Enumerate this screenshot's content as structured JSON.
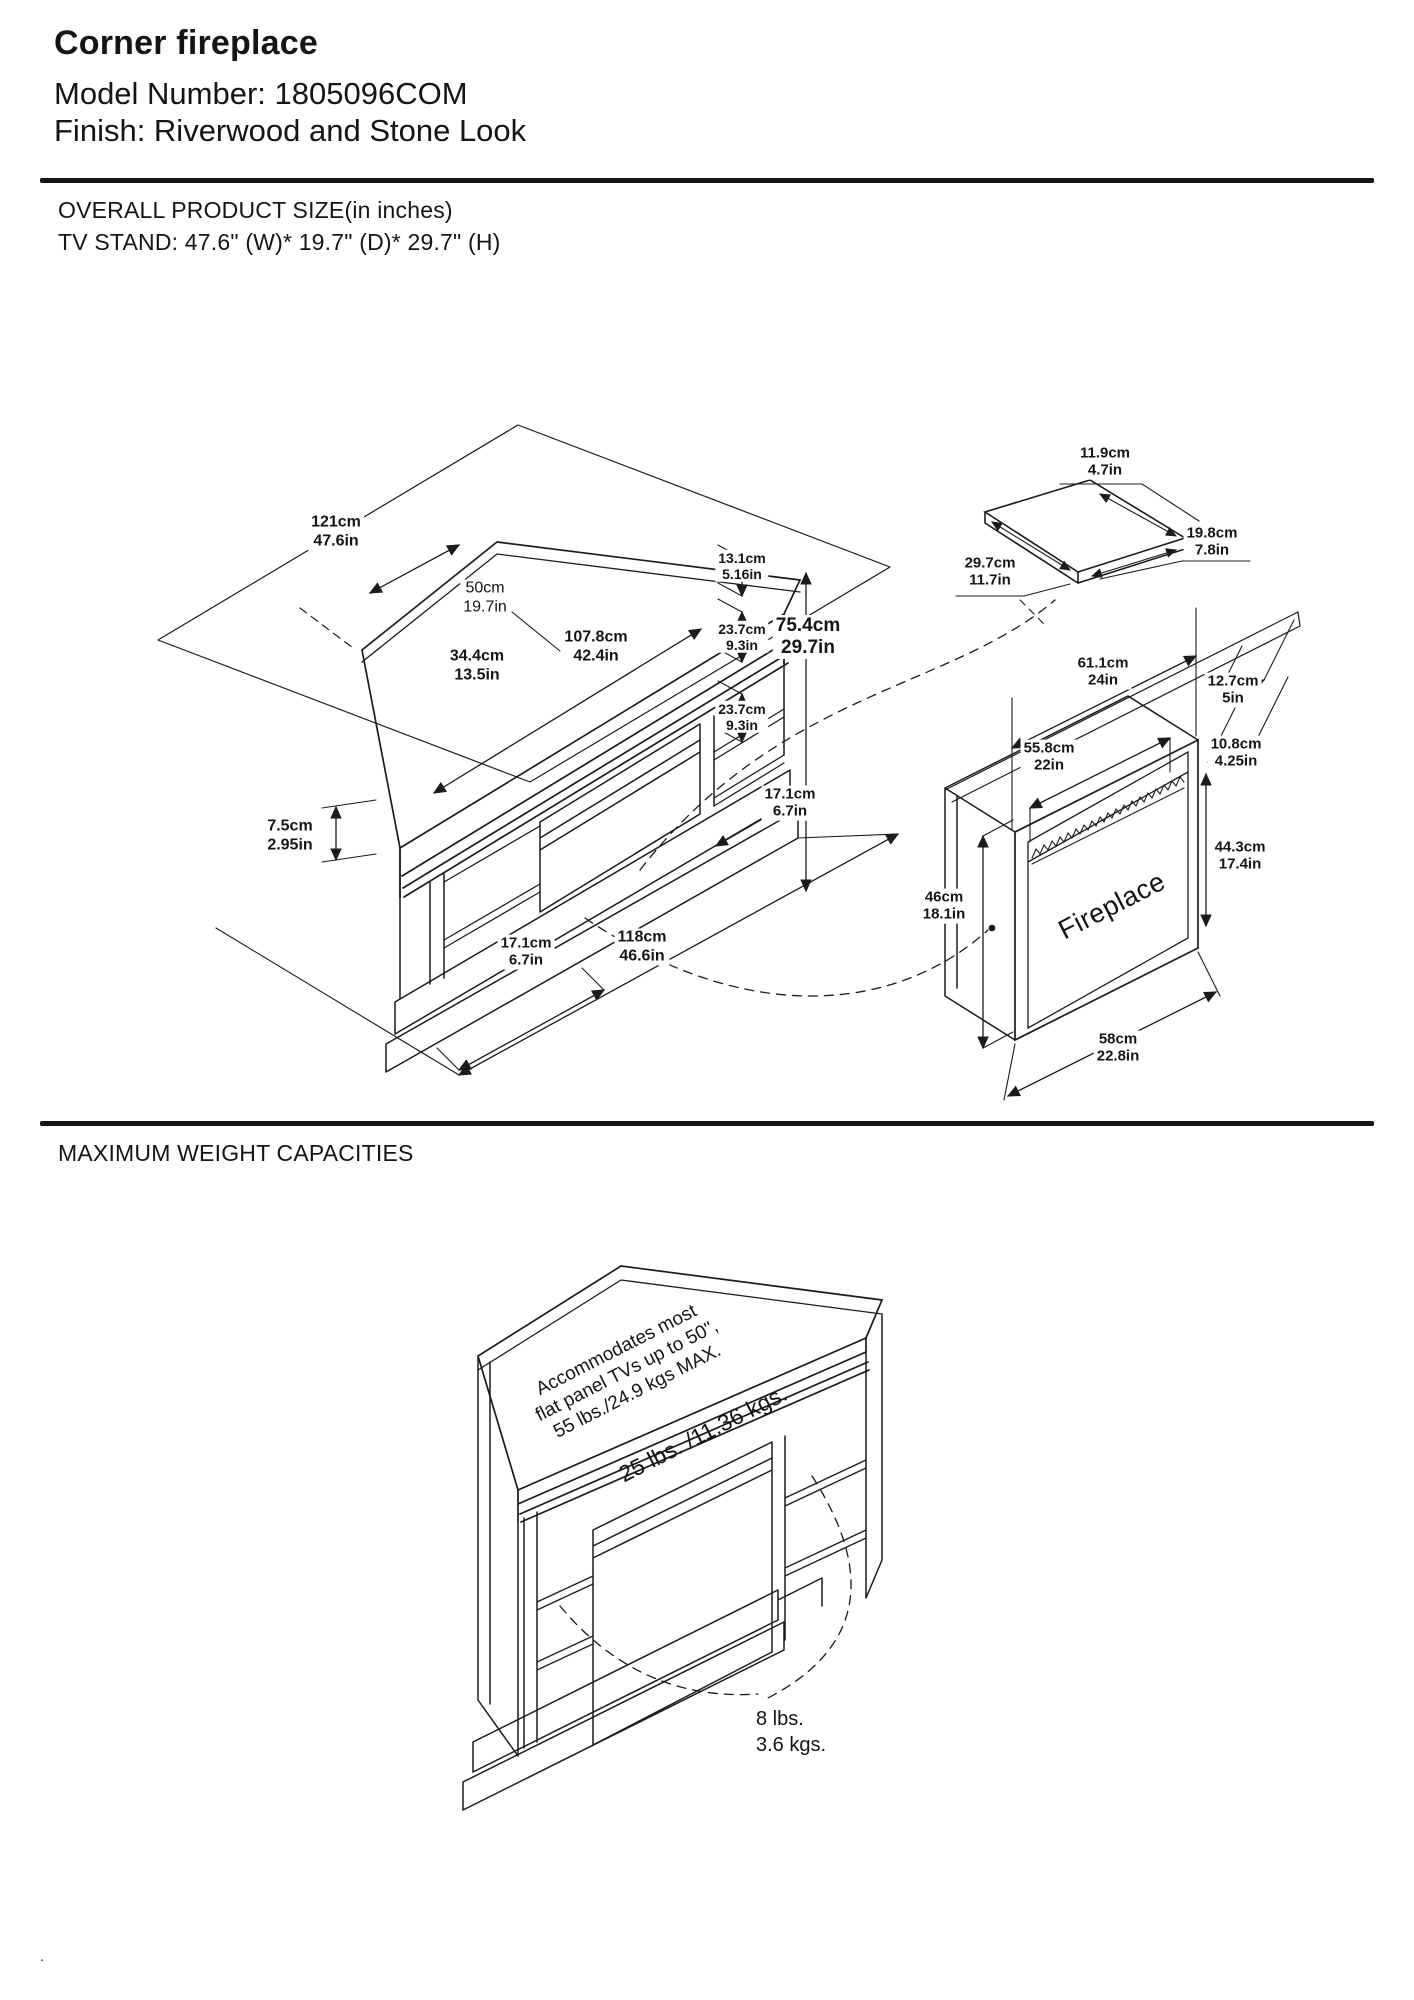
{
  "page": {
    "bottom_mark": "."
  },
  "header": {
    "title": "Corner fireplace",
    "model": "Model Number: 1805096COM",
    "finish": "Finish: Riverwood and Stone Look"
  },
  "size_section": {
    "heading": "OVERALL PRODUCT SIZE(in inches)",
    "tv_stand": "TV STAND:  47.6\"  (W)* 19.7\"  (D)*  29.7\"  (H)"
  },
  "weight_section": {
    "heading": "MAXIMUM WEIGHT CAPACITIES",
    "tv_note": [
      "Accommodates most",
      "flat panel TVs up to 50\",",
      "55 lbs./24.9 kgs MAX."
    ],
    "mantel_capacity": "25 lbs. /11.36 kgs.",
    "shelf_capacity": [
      "8 lbs.",
      "3.6 kgs."
    ]
  },
  "stand_dims": {
    "overall_width": {
      "cm": "121cm",
      "in": "47.6in"
    },
    "overall_depth": {
      "cm": "50cm",
      "in": "19.7in"
    },
    "top_depth": {
      "cm": "34.4cm",
      "in": "13.5in"
    },
    "opening_width": {
      "cm": "107.8cm",
      "in": "42.4in"
    },
    "top_rail_height": {
      "cm": "13.1cm",
      "in": "5.16in"
    },
    "upper_shelf_height": {
      "cm": "23.7cm",
      "in": "9.3in"
    },
    "overall_height": {
      "cm": "75.4cm",
      "in": "29.7in"
    },
    "lower_shelf_height": {
      "cm": "23.7cm",
      "in": "9.3in"
    },
    "right_return_depth": {
      "cm": "17.1cm",
      "in": "6.7in"
    },
    "base_height": {
      "cm": "7.5cm",
      "in": "2.95in"
    },
    "left_return_depth": {
      "cm": "17.1cm",
      "in": "6.7in"
    },
    "front_width": {
      "cm": "118cm",
      "in": "46.6in"
    }
  },
  "corner_shelf_dims": {
    "back_edge": {
      "cm": "11.9cm",
      "in": "4.7in"
    },
    "right_edge": {
      "cm": "19.8cm",
      "in": "7.8in"
    },
    "front_edge": {
      "cm": "29.7cm",
      "in": "11.7in"
    }
  },
  "insert_dims": {
    "label": "Fireplace",
    "top_width": {
      "cm": "61.1cm",
      "in": "24in"
    },
    "flange_depth": {
      "cm": "12.7cm",
      "in": "5in"
    },
    "body_depth": {
      "cm": "10.8cm",
      "in": "4.25in"
    },
    "front_top_width": {
      "cm": "55.8cm",
      "in": "22in"
    },
    "front_height": {
      "cm": "44.3cm",
      "in": "17.4in"
    },
    "back_height": {
      "cm": "46cm",
      "in": "18.1in"
    },
    "bottom_width": {
      "cm": "58cm",
      "in": "22.8in"
    }
  }
}
